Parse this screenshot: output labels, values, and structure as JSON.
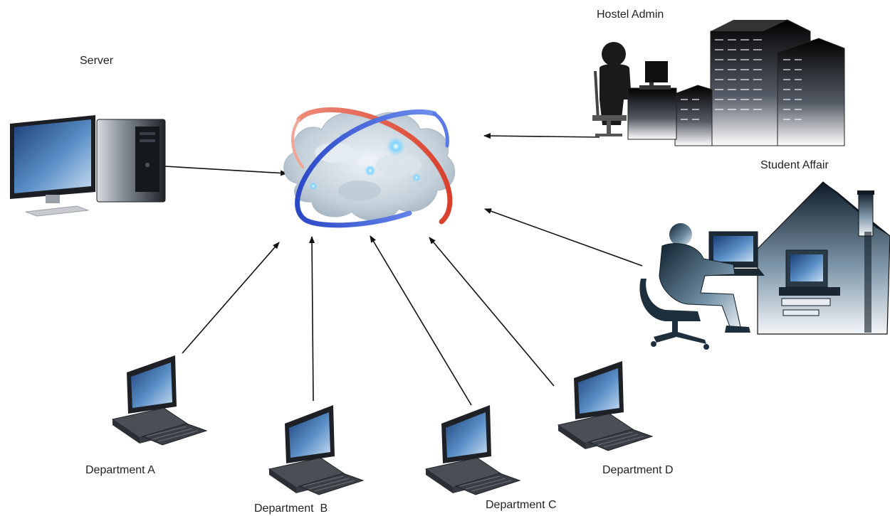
{
  "diagram": {
    "nodes": {
      "server": {
        "label": "Server",
        "icon": "desktop-tower-icon"
      },
      "cloud": {
        "label": "",
        "icon": "cloud-network-icon"
      },
      "hostel_admin": {
        "label": "Hostel Admin",
        "icon": "office-building-user-icon"
      },
      "student_affair": {
        "label": "Student Affair",
        "icon": "home-office-user-icon"
      },
      "dept_a": {
        "label": "Department A",
        "icon": "workstation-icon"
      },
      "dept_b": {
        "label": "Department  B",
        "icon": "workstation-icon"
      },
      "dept_c": {
        "label": "Department C",
        "icon": "workstation-icon"
      },
      "dept_d": {
        "label": "Department D",
        "icon": "workstation-icon"
      }
    },
    "edges": [
      {
        "from": "server",
        "to": "cloud"
      },
      {
        "from": "hostel_admin",
        "to": "cloud"
      },
      {
        "from": "student_affair",
        "to": "cloud"
      },
      {
        "from": "dept_a",
        "to": "cloud"
      },
      {
        "from": "dept_b",
        "to": "cloud"
      },
      {
        "from": "dept_c",
        "to": "cloud"
      },
      {
        "from": "dept_d",
        "to": "cloud"
      }
    ]
  },
  "colors": {
    "arrow": "#111111",
    "ring_red": "#e25c4a",
    "ring_blue": "#3a5fd6",
    "cloud": "#c9d6df",
    "silhouette": "#1a1a1a",
    "screen": "#3a6fa8"
  }
}
